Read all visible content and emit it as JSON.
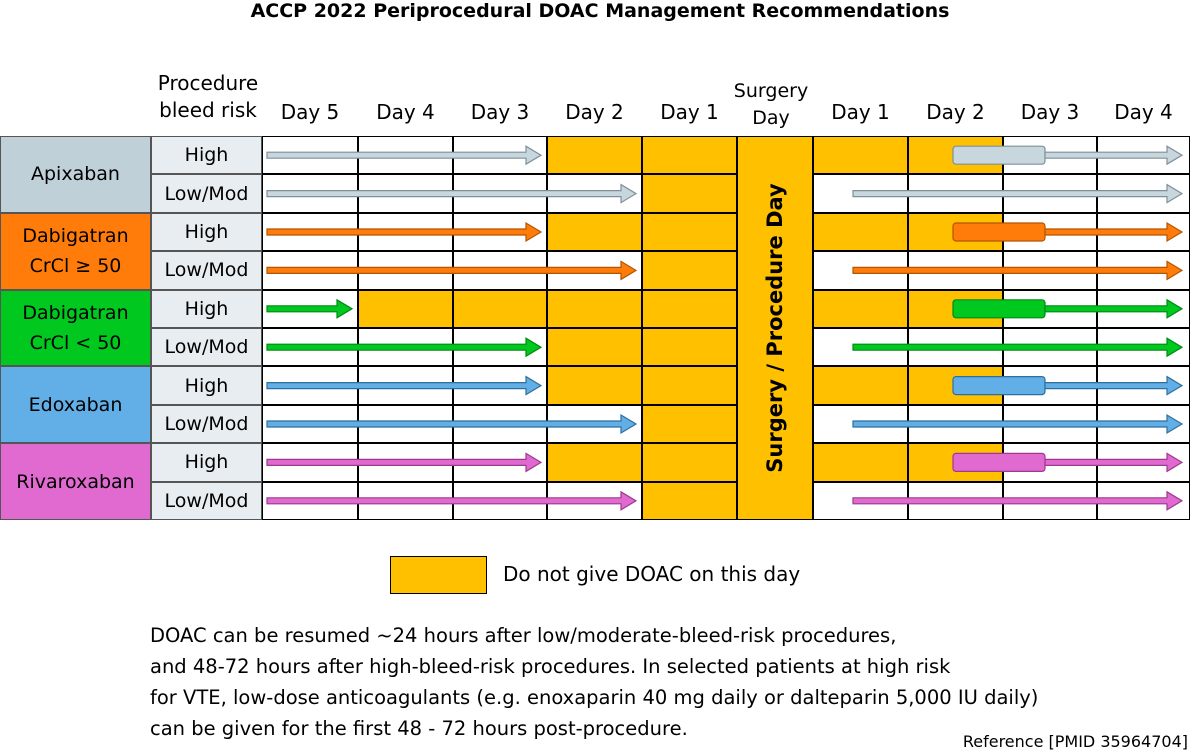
{
  "title": "ACCP 2022 Periprocedural DOAC Management Recommendations",
  "header": {
    "risk_col": "Procedure bleed risk",
    "pre_days": [
      "Day 5",
      "Day 4",
      "Day 3",
      "Day 2",
      "Day 1"
    ],
    "surgery_day": "Surgery Day",
    "post_days": [
      "Day 1",
      "Day 2",
      "Day 3",
      "Day 4"
    ]
  },
  "surgery_label": "Surgery / Procedure Day",
  "drugs": [
    {
      "name": "Apixaban",
      "color": "#c0d0d8",
      "stroke": "#7f8f99",
      "rows": [
        {
          "risk": "High",
          "pre_last_dose_day": 3,
          "no_give_pre_days": 2,
          "no_give_post_days": 2,
          "resume": "day 2",
          "fill": "#c8d6de"
        },
        {
          "risk": "Low/Mod",
          "pre_last_dose_day": 2,
          "no_give_pre_days": 1,
          "no_give_post_days": 0,
          "resume": "day 1",
          "fill": "#c8d6de"
        }
      ]
    },
    {
      "name": "Dabigatran CrCl ≥ 50",
      "color": "#ff7c0a",
      "stroke": "#b35500",
      "rows": [
        {
          "risk": "High",
          "pre_last_dose_day": 3,
          "no_give_pre_days": 2,
          "no_give_post_days": 2,
          "resume": "day 2",
          "fill": "#ff7c0a"
        },
        {
          "risk": "Low/Mod",
          "pre_last_dose_day": 2,
          "no_give_pre_days": 1,
          "no_give_post_days": 0,
          "resume": "day 1",
          "fill": "#ff7c0a"
        }
      ]
    },
    {
      "name": "Dabigatran CrCl < 50",
      "color": "#00c81e",
      "stroke": "#008a14",
      "rows": [
        {
          "risk": "High",
          "pre_last_dose_day": 5,
          "no_give_pre_days": 4,
          "no_give_post_days": 2,
          "resume": "day 2",
          "fill": "#00c81e"
        },
        {
          "risk": "Low/Mod",
          "pre_last_dose_day": 3,
          "no_give_pre_days": 2,
          "no_give_post_days": 0,
          "resume": "day 1",
          "fill": "#00c81e"
        }
      ]
    },
    {
      "name": "Edoxaban",
      "color": "#62aee6",
      "stroke": "#2f6f9c",
      "rows": [
        {
          "risk": "High",
          "pre_last_dose_day": 3,
          "no_give_pre_days": 2,
          "no_give_post_days": 2,
          "resume": "day 2",
          "fill": "#62aee6"
        },
        {
          "risk": "Low/Mod",
          "pre_last_dose_day": 2,
          "no_give_pre_days": 1,
          "no_give_post_days": 0,
          "resume": "day 1",
          "fill": "#62aee6"
        }
      ]
    },
    {
      "name": "Rivaroxaban",
      "color": "#e06ad0",
      "stroke": "#9c3a8e",
      "rows": [
        {
          "risk": "High",
          "pre_last_dose_day": 3,
          "no_give_pre_days": 2,
          "no_give_post_days": 2,
          "resume": "day 2",
          "fill": "#e06ad0"
        },
        {
          "risk": "Low/Mod",
          "pre_last_dose_day": 2,
          "no_give_pre_days": 1,
          "no_give_post_days": 0,
          "resume": "day 1",
          "fill": "#e06ad0"
        }
      ]
    }
  ],
  "no_give_color": "#ffc000",
  "legend": {
    "label": "Do not give DOAC on this day"
  },
  "note_lines": [
    "DOAC can be resumed ~24 hours after low/moderate-bleed-risk procedures,",
    "and 48-72 hours after high-bleed-risk procedures. In selected patients at high risk",
    "for VTE, low-dose anticoagulants (e.g. enoxaparin 40 mg daily or dalteparin 5,000 IU daily)",
    "can be given for the first 48 - 72 hours post-procedure."
  ],
  "reference": "Reference [PMID 35964704]"
}
